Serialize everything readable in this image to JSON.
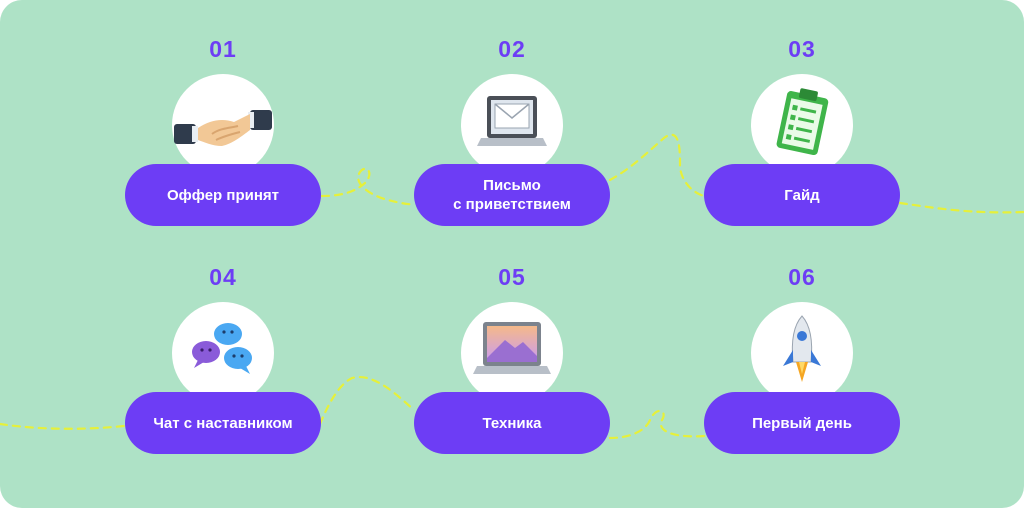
{
  "colors": {
    "background": "#aee2c6",
    "accent": "#6d3df5",
    "path": "#e6f03a",
    "circle": "#ffffff"
  },
  "steps": [
    {
      "number": "01",
      "label": "Оффер принят",
      "icon": "handshake-icon"
    },
    {
      "number": "02",
      "label": "Письмо\nс приветствием",
      "icon": "laptop-mail-icon"
    },
    {
      "number": "03",
      "label": "Гайд",
      "icon": "clipboard-checklist-icon"
    },
    {
      "number": "04",
      "label": "Чат с наставником",
      "icon": "chat-bubbles-icon"
    },
    {
      "number": "05",
      "label": "Техника",
      "icon": "laptop-icon"
    },
    {
      "number": "06",
      "label": "Первый день",
      "icon": "rocket-icon"
    }
  ]
}
